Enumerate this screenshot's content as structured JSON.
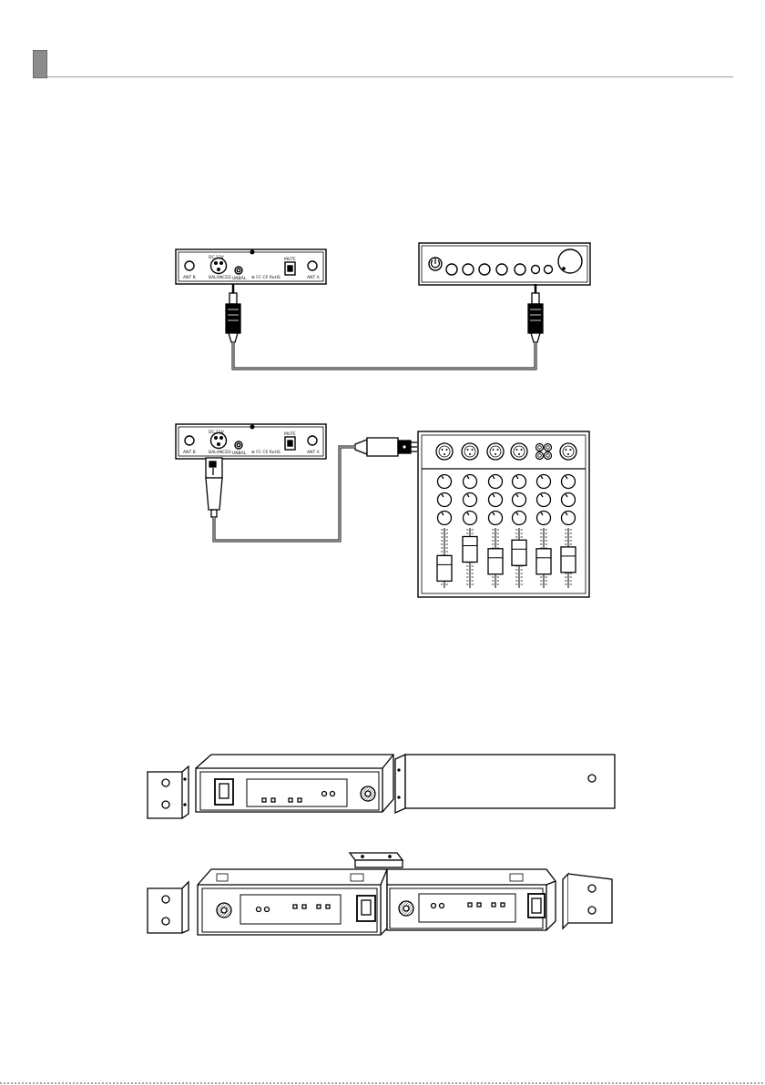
{
  "diagrams": {
    "receiver_panel": {
      "labels": [
        "ANT B",
        "BALANCED",
        "UNBAL",
        "MUTE",
        "ANT A"
      ],
      "model_mark": "DC 12V",
      "cert_marks": "⊕ FC C€ RoHS"
    },
    "amplifier": {
      "knob_count": 5,
      "jack_count": 2
    },
    "mixer": {
      "channel_count": 6,
      "fader_levels": [
        0.2,
        0.75,
        0.4,
        0.65,
        0.4,
        0.45
      ]
    }
  },
  "page": {
    "bottom_border": "dashed"
  }
}
